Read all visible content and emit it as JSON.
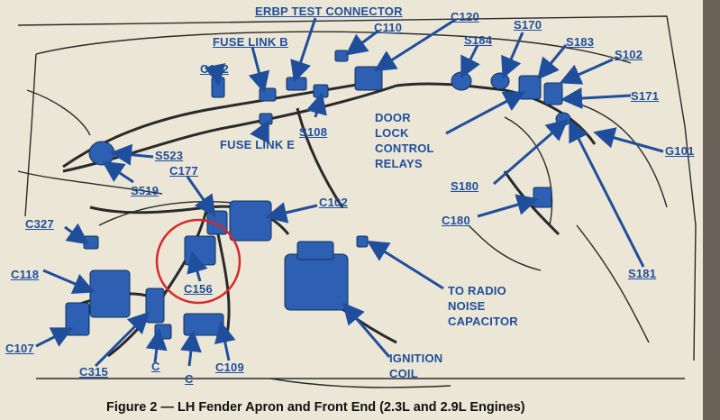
{
  "figure": {
    "caption": "Figure 2 — LH Fender Apron and Front End (2.3L and 2.9L Engines)"
  },
  "labels": {
    "erbp_test_connector": "ERBP TEST CONNECTOR",
    "c120": "C120",
    "c110": "C110",
    "fuse_link_b": "FUSE LINK B",
    "s184": "S184",
    "s170": "S170",
    "s183": "S183",
    "s102": "S102",
    "c182": "C182",
    "s171": "S171",
    "door_lock_control_relays": "DOOR\nLOCK\nCONTROL\nRELAYS",
    "s108": "S108",
    "fuse_link_e": "FUSE LINK E",
    "g101": "G101",
    "s523": "S523",
    "s519": "S519",
    "c177": "C177",
    "c102": "C102",
    "s180": "S180",
    "c180": "C180",
    "c327": "C327",
    "s181": "S181",
    "c118": "C118",
    "c156": "C156",
    "to_radio_noise_capacitor": "TO RADIO\nNOISE\nCAPACITOR",
    "c107": "C107",
    "ignition_coil": "IGNITION\nCOIL",
    "c315": "C315",
    "c_left": "C",
    "c_right": "C",
    "c109": "C109"
  },
  "colors": {
    "callout_blue": "#1f4f9c",
    "component_blue": "#2d5fb2",
    "highlight_red": "#d8262a",
    "line_art": "#2a2a2a",
    "paper": "#ece6d6"
  }
}
